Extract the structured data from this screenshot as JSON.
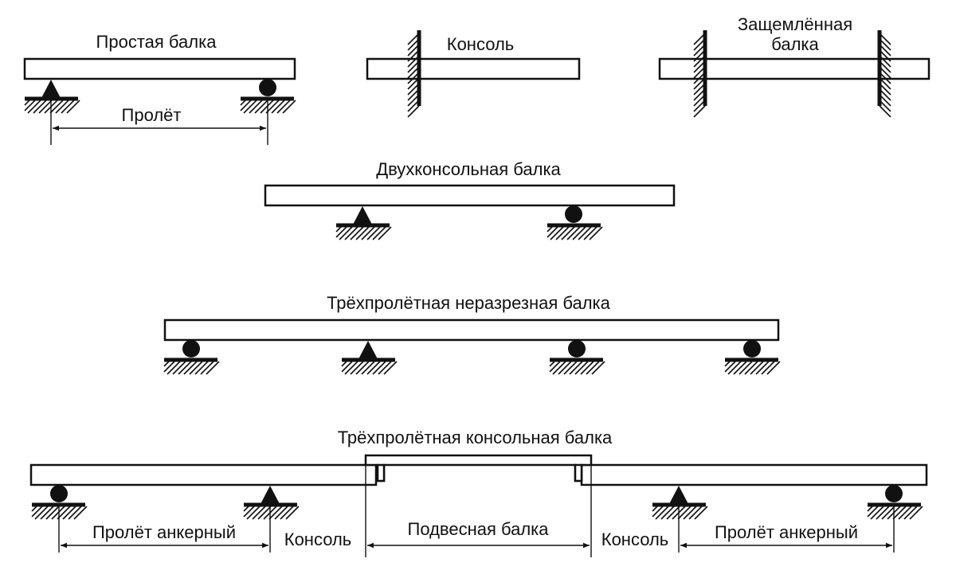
{
  "labels": {
    "simple_beam": "Простая балка",
    "span": "Пролёт",
    "cantilever": "Консоль",
    "fixed_beam_line1": "Защемлённая",
    "fixed_beam_line2": "балка",
    "double_cantilever": "Двухконсольная балка",
    "three_span_continuous": "Трёхпролётная неразрезная балка",
    "three_span_cantilever": "Трёхпролётная консольная балка",
    "anchor_span_left": "Пролёт анкерный",
    "console_left": "Консоль",
    "suspended_beam": "Подвесная балка",
    "console_right": "Консоль",
    "anchor_span_right": "Пролёт анкерный"
  },
  "colors": {
    "ink": "#111111",
    "background": "#ffffff"
  }
}
